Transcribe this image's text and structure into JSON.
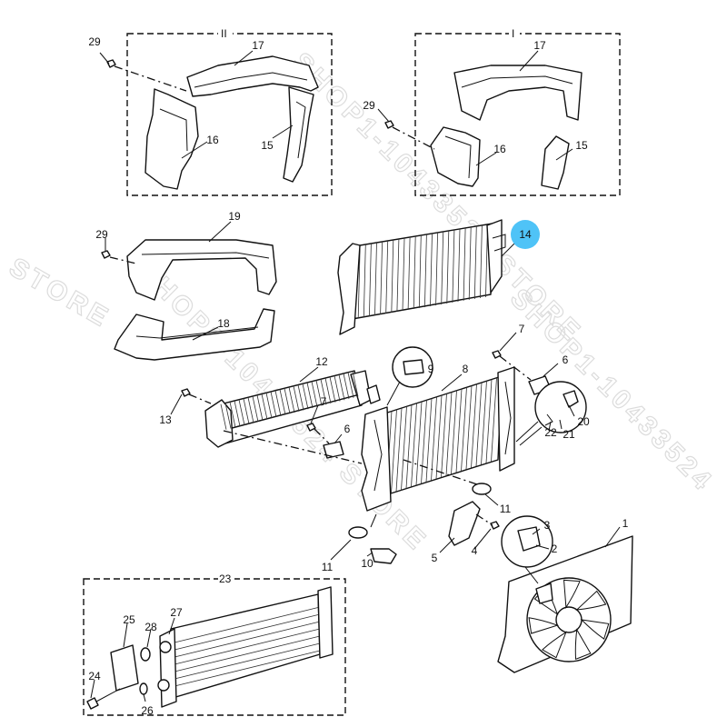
{
  "watermark": {
    "lines": [
      "STORE",
      "SHOP1-10433524 STORE",
      "SHOP1-10433524 STORE",
      "SHOP1-10433524"
    ]
  },
  "group_boxes": [
    {
      "id": "II",
      "label": "II"
    },
    {
      "id": "I",
      "label": "I"
    },
    {
      "id": "23",
      "label": "23"
    }
  ],
  "callouts": [
    {
      "id": "29a",
      "label": "29"
    },
    {
      "id": "17a",
      "label": "17"
    },
    {
      "id": "16a",
      "label": "16"
    },
    {
      "id": "15a",
      "label": "15"
    },
    {
      "id": "17b",
      "label": "17"
    },
    {
      "id": "29b",
      "label": "29"
    },
    {
      "id": "16b",
      "label": "16"
    },
    {
      "id": "15b",
      "label": "15"
    },
    {
      "id": "19",
      "label": "19"
    },
    {
      "id": "29c",
      "label": "29"
    },
    {
      "id": "18",
      "label": "18"
    },
    {
      "id": "14",
      "label": "14",
      "highlight": true
    },
    {
      "id": "12",
      "label": "12"
    },
    {
      "id": "9",
      "label": "9"
    },
    {
      "id": "8",
      "label": "8"
    },
    {
      "id": "7a",
      "label": "7"
    },
    {
      "id": "6a",
      "label": "6"
    },
    {
      "id": "13",
      "label": "13"
    },
    {
      "id": "7b",
      "label": "7"
    },
    {
      "id": "6b",
      "label": "6"
    },
    {
      "id": "20",
      "label": "20"
    },
    {
      "id": "22",
      "label": "22"
    },
    {
      "id": "21",
      "label": "21"
    },
    {
      "id": "11a",
      "label": "11"
    },
    {
      "id": "3",
      "label": "3"
    },
    {
      "id": "1",
      "label": "1"
    },
    {
      "id": "2",
      "label": "2"
    },
    {
      "id": "5",
      "label": "5"
    },
    {
      "id": "4",
      "label": "4"
    },
    {
      "id": "11b",
      "label": "11"
    },
    {
      "id": "10",
      "label": "10"
    },
    {
      "id": "27",
      "label": "27"
    },
    {
      "id": "25",
      "label": "25"
    },
    {
      "id": "28",
      "label": "28"
    },
    {
      "id": "24",
      "label": "24"
    },
    {
      "id": "26",
      "label": "26"
    }
  ],
  "colors": {
    "line": "#111111",
    "highlight_fill": "#4fc3f7",
    "watermark": "#dcdcdc",
    "background": "#ffffff"
  }
}
